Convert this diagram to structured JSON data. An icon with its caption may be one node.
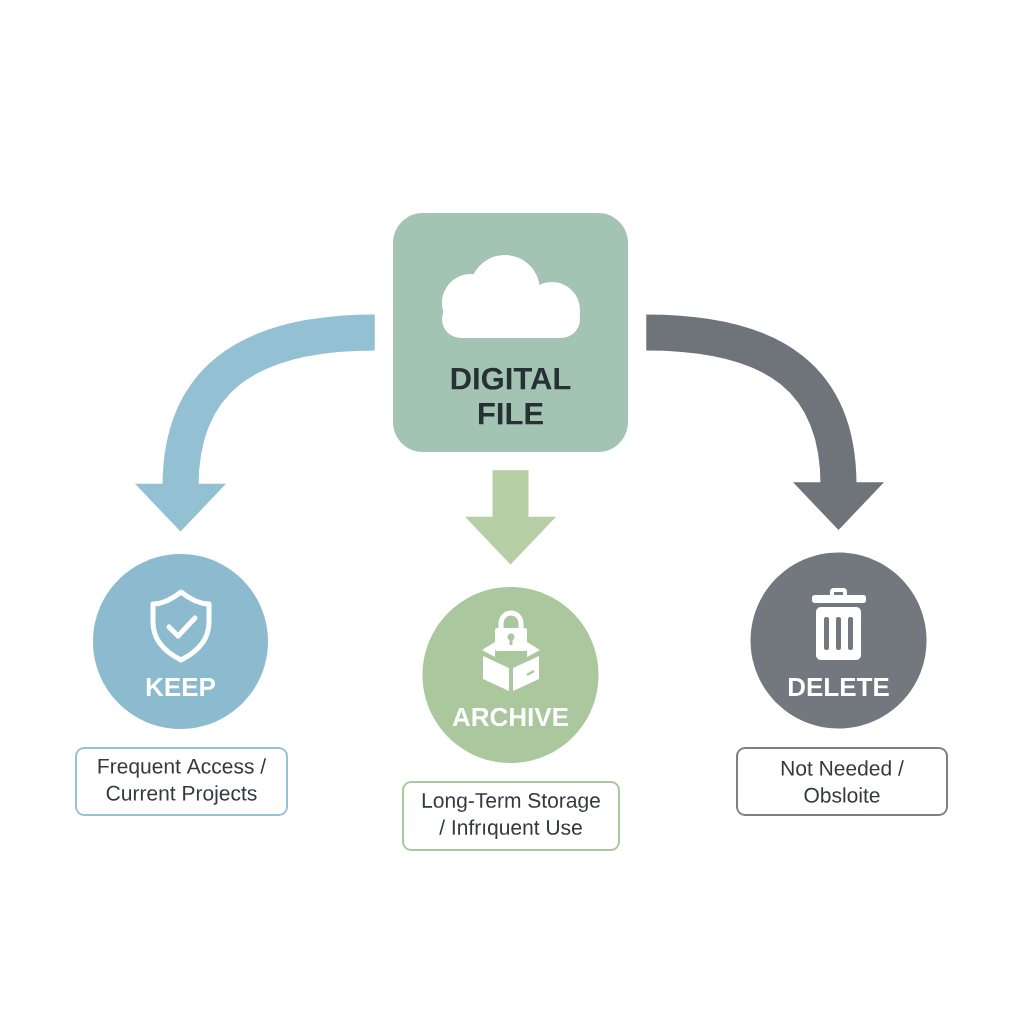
{
  "diagram": {
    "nodes": [
      {
        "text": [
          "DIGITAL FILE"
        ]
      },
      {
        "text": [
          "KEEP"
        ]
      },
      {
        "text": [
          "Frequent Access / Current Projects"
        ]
      },
      {
        "text": [
          "ARCHIVE"
        ]
      },
      {
        "text": [
          "Long-Term Storage / Infrıquent Use"
        ]
      },
      {
        "text": [
          "DELETE"
        ]
      },
      {
        "text": [
          "Not Needed / Obsloite"
        ]
      }
    ],
    "edges": [
      {
        "from": 0,
        "to": 1,
        "arrow": "to",
        "color": "#93c1d3"
      },
      {
        "from": 0,
        "to": 3,
        "arrow": "to",
        "color": "#b5cea3"
      },
      {
        "from": 0,
        "to": 5,
        "arrow": "to",
        "color": "#6e7479"
      }
    ]
  }
}
